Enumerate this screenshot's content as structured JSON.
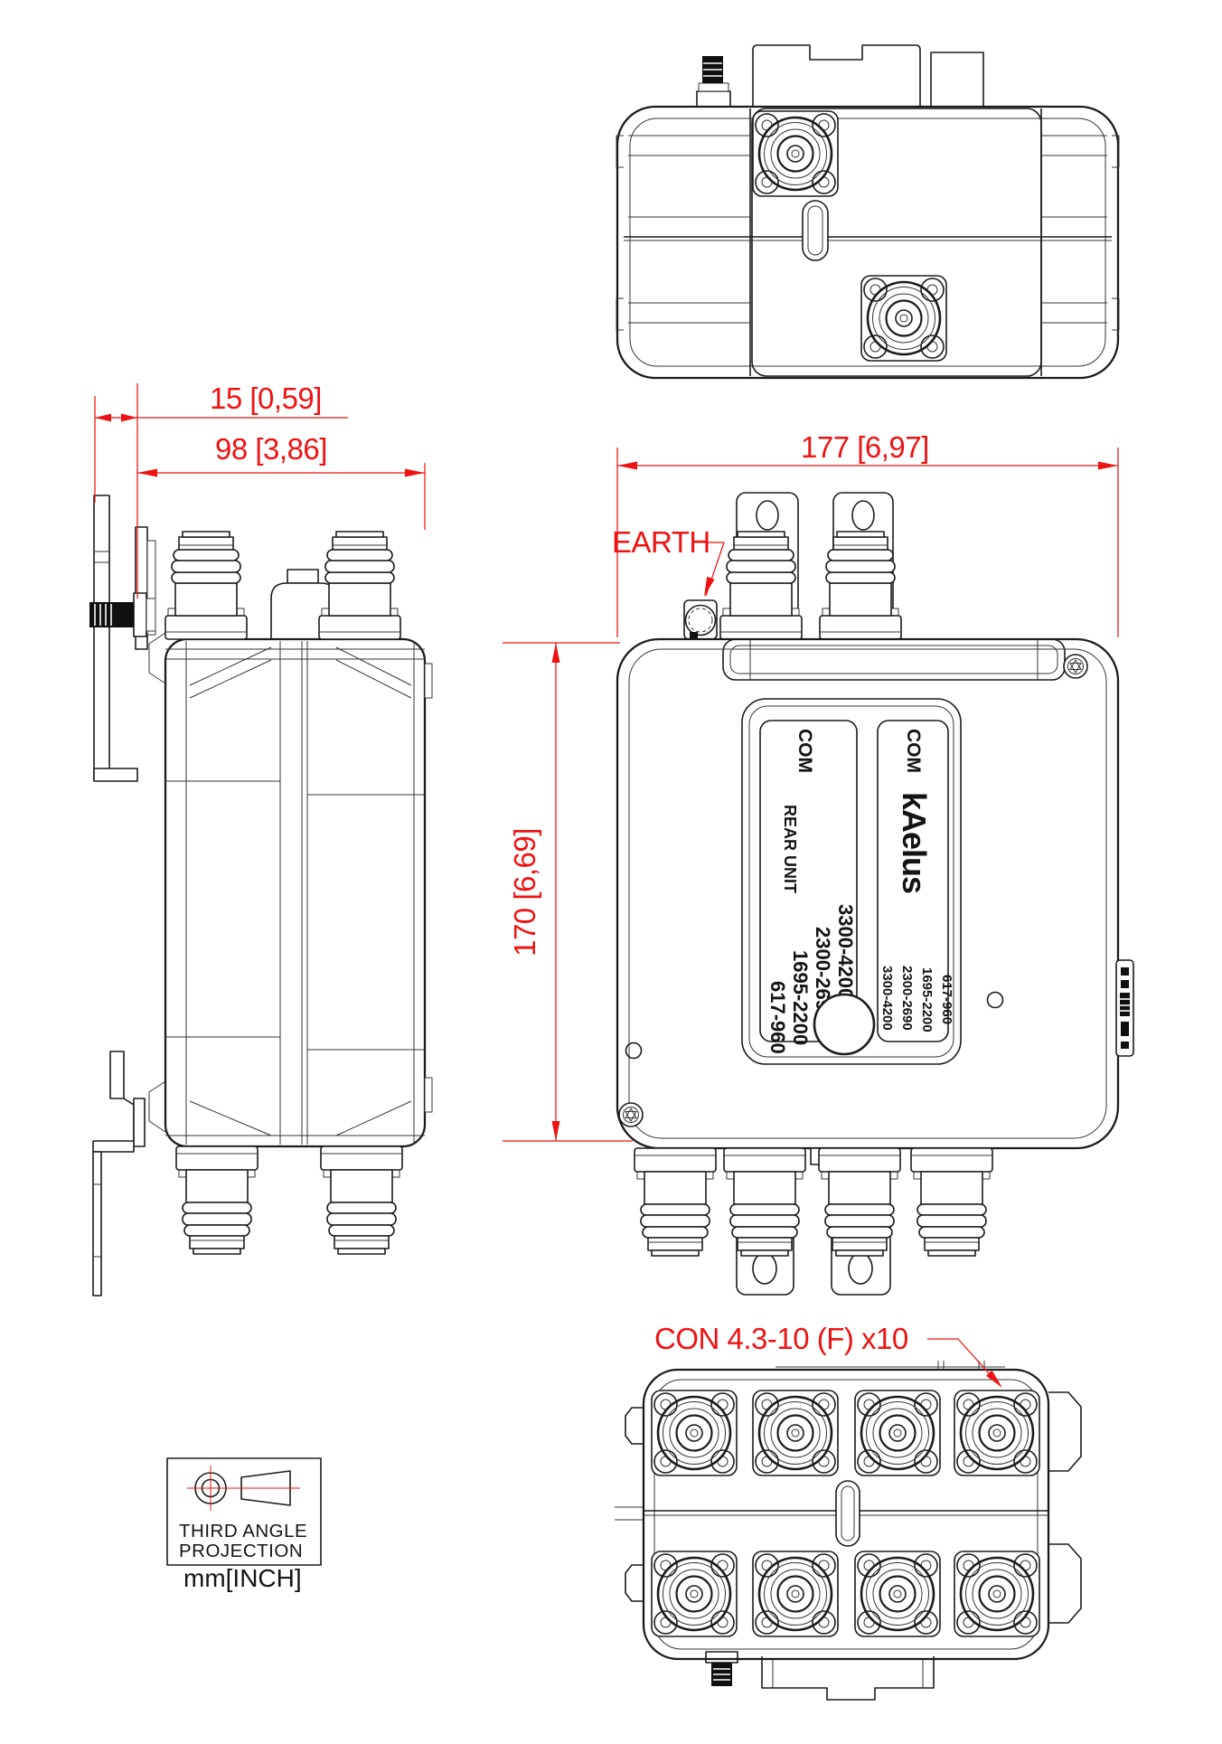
{
  "drawing": {
    "background": "#ffffff",
    "line_color": "#1b1b1b",
    "dimension_color": "#ee1313"
  },
  "dimensions": {
    "bracket_offset": {
      "mm": "15",
      "inch": "0,59",
      "label": "15 [0,59]"
    },
    "depth": {
      "mm": "98",
      "inch": "3,86",
      "label": "98 [3,86]"
    },
    "width": {
      "mm": "177",
      "inch": "6,97",
      "label": "177 [6,97]"
    },
    "height": {
      "mm": "170",
      "inch": "6,69",
      "label": "170 [6,69]"
    }
  },
  "callouts": {
    "earth": "EARTH",
    "connector": "CON 4.3-10 (F) x10"
  },
  "front_view": {
    "left_label": {
      "com": "COM",
      "title": "REAR UNIT",
      "bands": [
        "3300-4200",
        "2300-2690",
        "1695-2200",
        "617-960"
      ]
    },
    "right_label": {
      "com": "COM",
      "brand": "kAelus",
      "bands": [
        "3300-4200",
        "2300-2690",
        "1695-2200",
        "617-960"
      ]
    }
  },
  "projection_box": {
    "line1": "THIRD ANGLE",
    "line2": "PROJECTION",
    "units": "mm[INCH]"
  }
}
